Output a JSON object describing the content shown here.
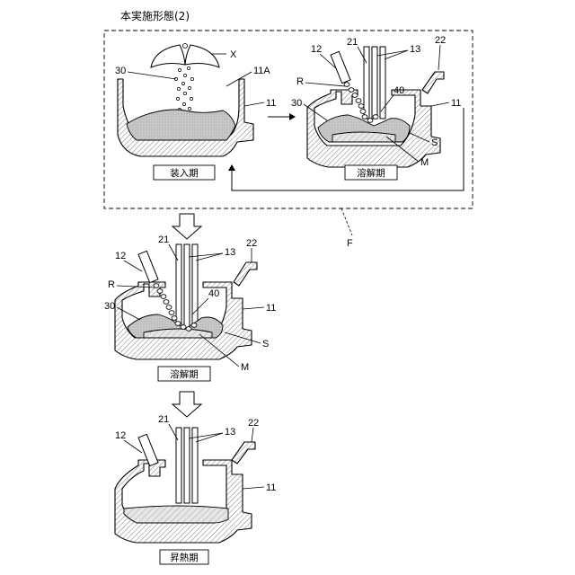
{
  "title": "本実施形態(2)",
  "phase_labels": {
    "charging": "装入期",
    "melting_top": "溶解期",
    "melting_mid": "溶解期",
    "heating": "昇熱期"
  },
  "ref_labels": {
    "x": "X",
    "n30": "30",
    "n11A": "11A",
    "n11": "11",
    "n12": "12",
    "n21": "21",
    "n13": "13",
    "n22": "22",
    "r": "R",
    "n40": "40",
    "s": "S",
    "m": "M",
    "f": "F"
  }
}
